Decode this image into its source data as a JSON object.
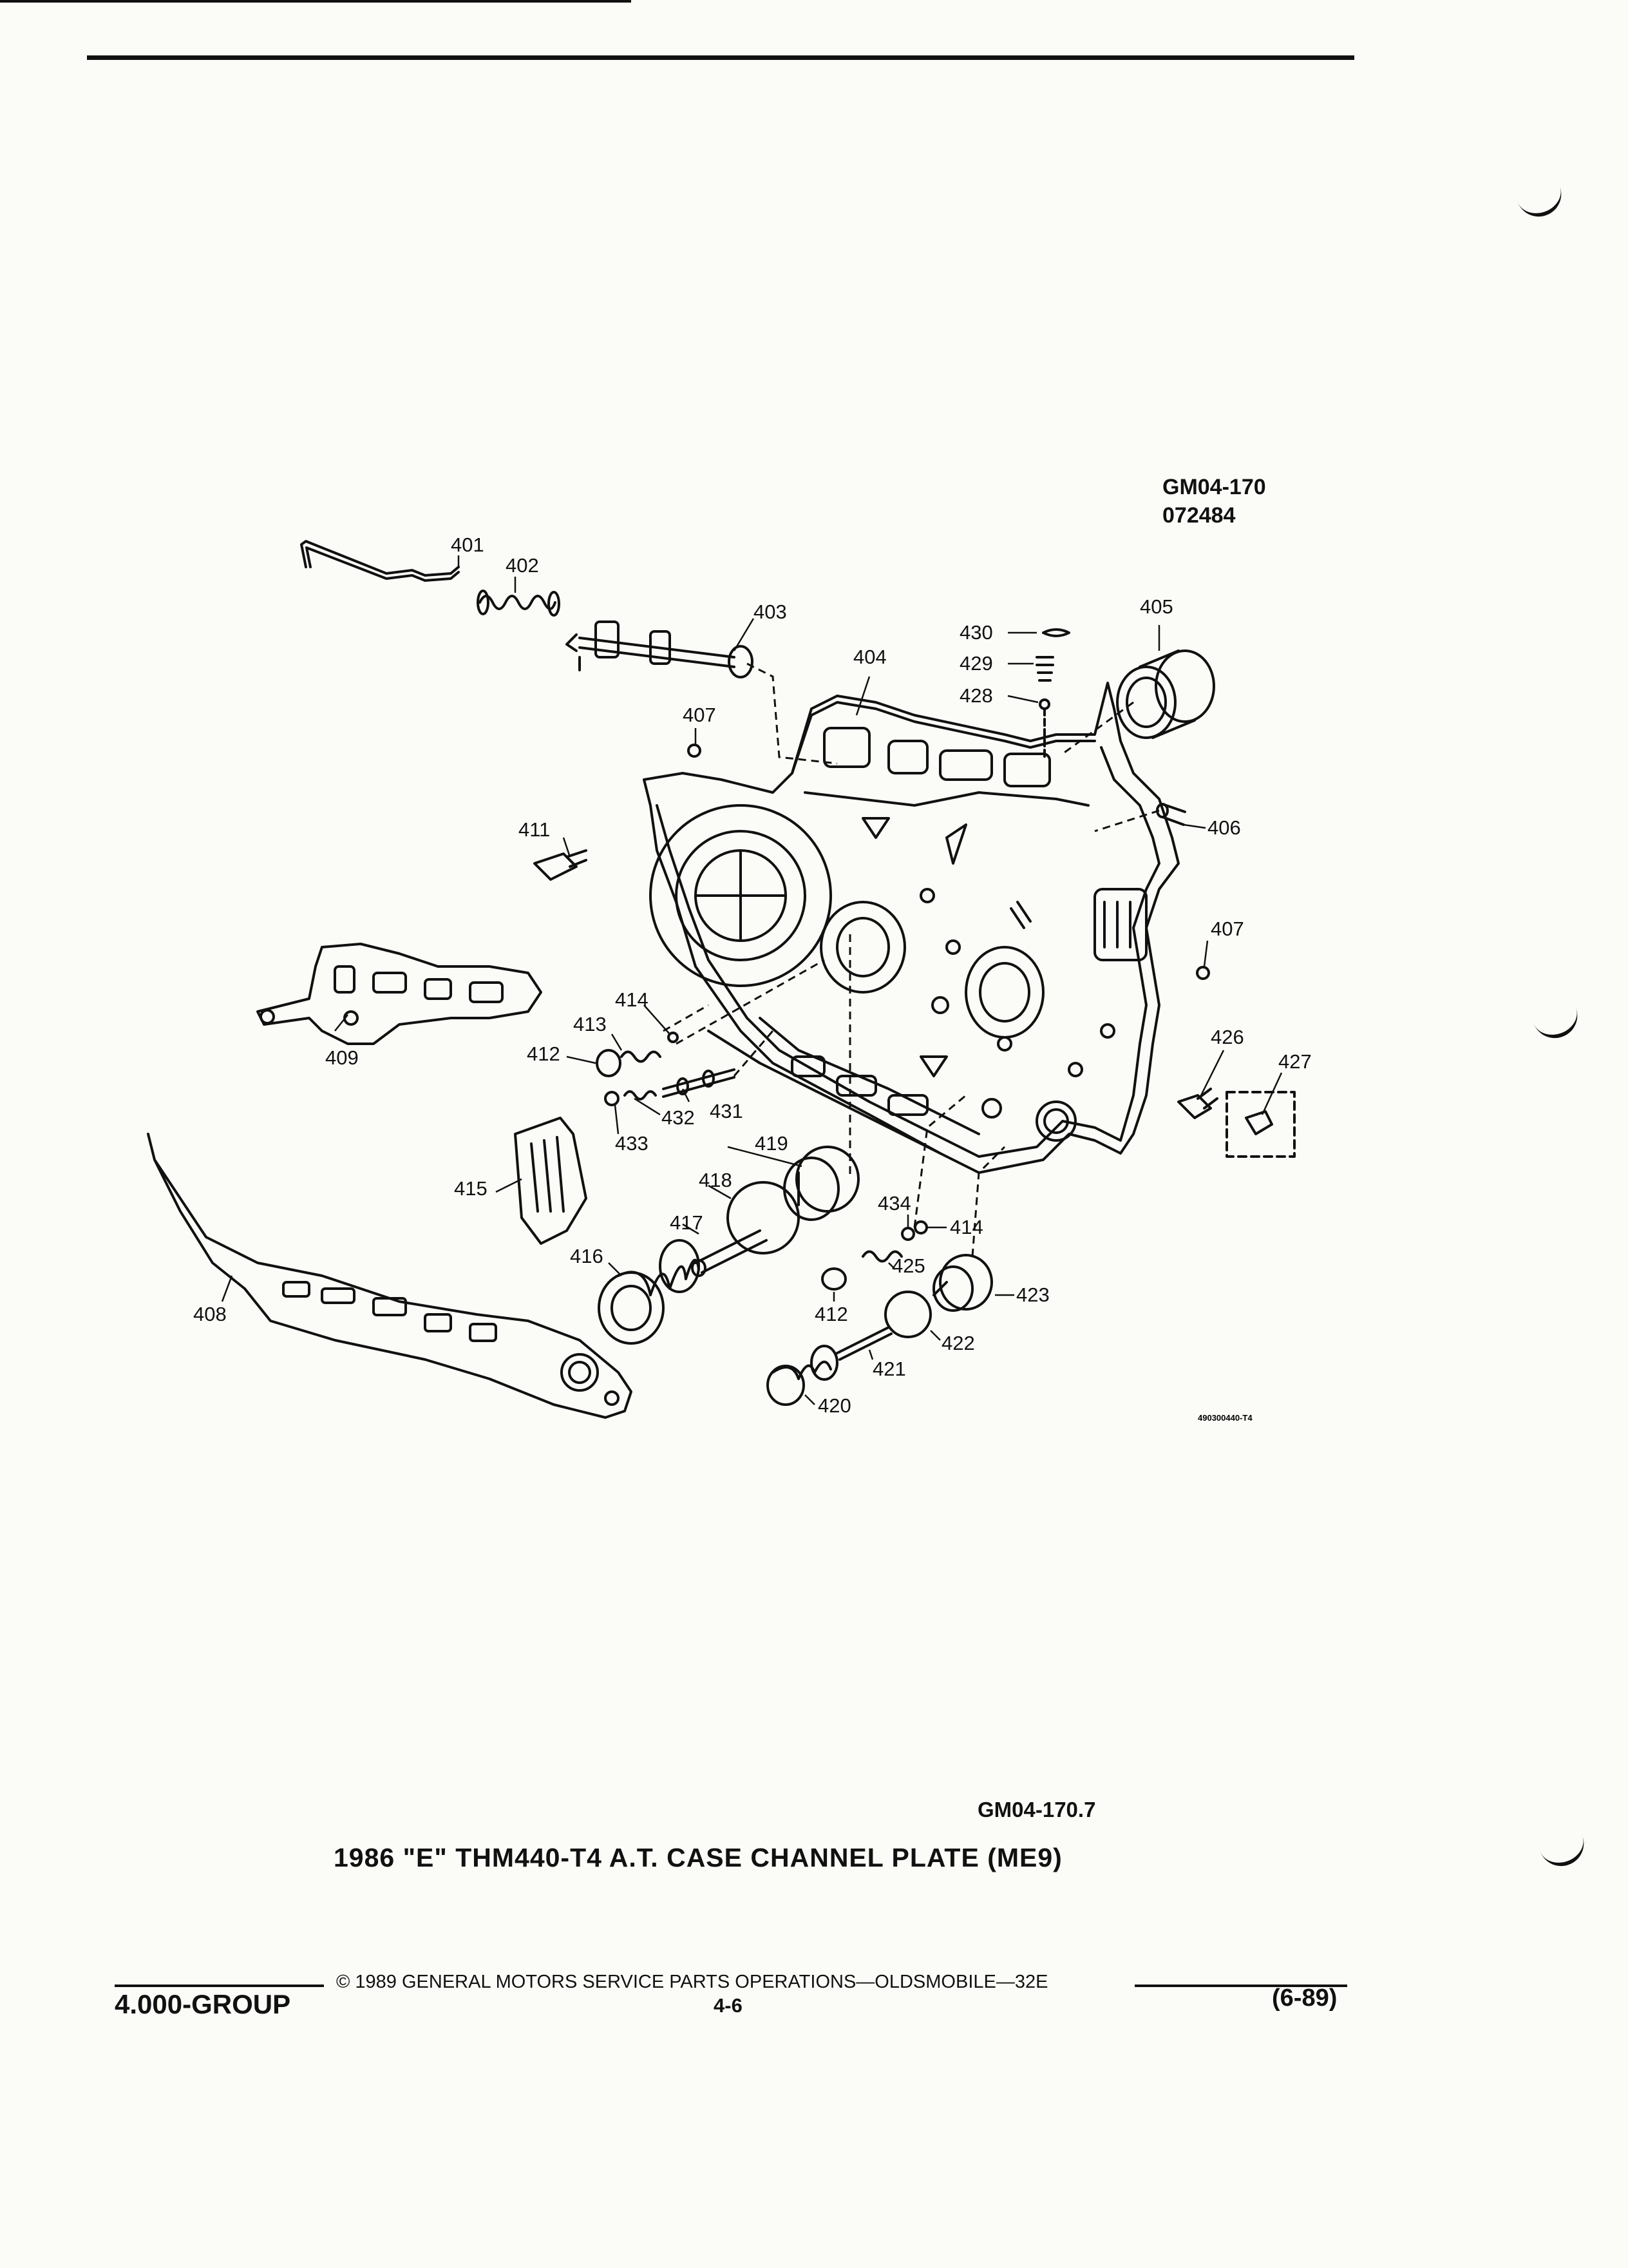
{
  "header": {
    "code": "GM04-170",
    "date_code": "072484"
  },
  "diagram": {
    "image_code": "490300440-T4",
    "callouts": [
      {
        "id": "401",
        "text": "401"
      },
      {
        "id": "402",
        "text": "402"
      },
      {
        "id": "403",
        "text": "403"
      },
      {
        "id": "404",
        "text": "404"
      },
      {
        "id": "405",
        "text": "405"
      },
      {
        "id": "406",
        "text": "406"
      },
      {
        "id": "407a",
        "text": "407"
      },
      {
        "id": "407b",
        "text": "407"
      },
      {
        "id": "408",
        "text": "408"
      },
      {
        "id": "409",
        "text": "409"
      },
      {
        "id": "411",
        "text": "411"
      },
      {
        "id": "412a",
        "text": "412"
      },
      {
        "id": "412b",
        "text": "412"
      },
      {
        "id": "413",
        "text": "413"
      },
      {
        "id": "414a",
        "text": "414"
      },
      {
        "id": "414b",
        "text": "414"
      },
      {
        "id": "415",
        "text": "415"
      },
      {
        "id": "416",
        "text": "416"
      },
      {
        "id": "417",
        "text": "417"
      },
      {
        "id": "418",
        "text": "418"
      },
      {
        "id": "419",
        "text": "419"
      },
      {
        "id": "420",
        "text": "420"
      },
      {
        "id": "421",
        "text": "421"
      },
      {
        "id": "422",
        "text": "422"
      },
      {
        "id": "423",
        "text": "423"
      },
      {
        "id": "425",
        "text": "425"
      },
      {
        "id": "426",
        "text": "426"
      },
      {
        "id": "427",
        "text": "427"
      },
      {
        "id": "428",
        "text": "428"
      },
      {
        "id": "429",
        "text": "429"
      },
      {
        "id": "430",
        "text": "430"
      },
      {
        "id": "431",
        "text": "431"
      },
      {
        "id": "432",
        "text": "432"
      },
      {
        "id": "433",
        "text": "433"
      },
      {
        "id": "434",
        "text": "434"
      }
    ]
  },
  "caption": {
    "code": "GM04-170.7",
    "title": "1986 \"E\" THM440-T4 A.T. CASE CHANNEL PLATE (ME9)"
  },
  "footer": {
    "copyright": "©  1989  GENERAL MOTORS SERVICE PARTS OPERATIONS—OLDSMOBILE—32E",
    "group": "4.000-GROUP",
    "page": "4-6",
    "revision": "(6-89)"
  }
}
